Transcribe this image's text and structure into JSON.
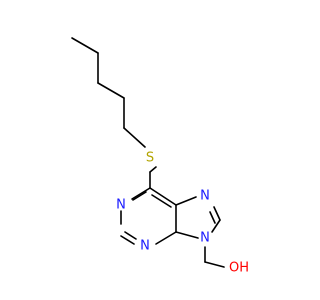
{
  "colors": {
    "background": "#ffffff",
    "bond": "#000000",
    "S": "#b2a400",
    "N": "#1a1aff",
    "O": "#ff0000"
  },
  "atoms": {
    "sulfur": {
      "label": "S",
      "element": "S"
    },
    "n_pyrimidine_1": {
      "label": "N",
      "element": "N"
    },
    "n_pyrimidine_3": {
      "label": "N",
      "element": "N"
    },
    "n_imidazole_7": {
      "label": "N",
      "element": "N"
    },
    "n_imidazole_9": {
      "label": "N",
      "element": "N"
    },
    "hydroxyl": {
      "label": "OH",
      "element": "O"
    }
  }
}
